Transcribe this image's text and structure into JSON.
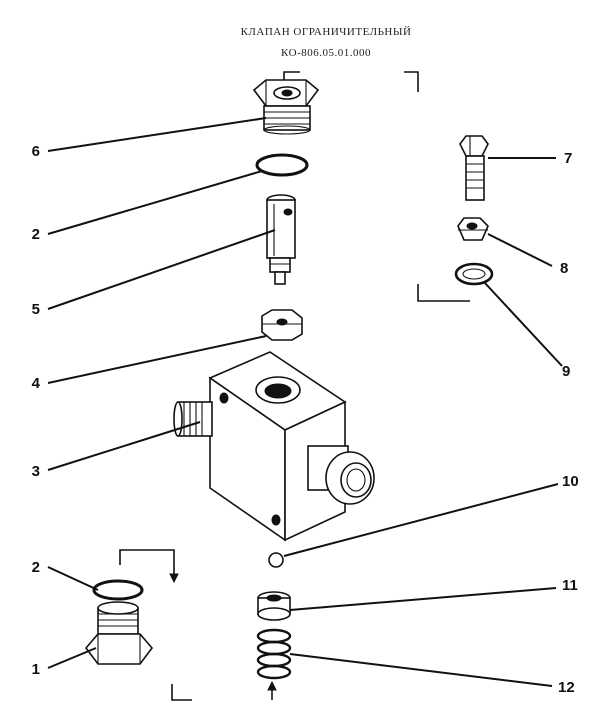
{
  "title": {
    "line1": "КЛАПАН ОГРАНИЧИТЕЛЬНЫЙ",
    "line2": "КО-806.05.01.000"
  },
  "callouts": [
    {
      "id": "c6",
      "label": "6"
    },
    {
      "id": "c2a",
      "label": "2"
    },
    {
      "id": "c5",
      "label": "5"
    },
    {
      "id": "c4",
      "label": "4"
    },
    {
      "id": "c3",
      "label": "3"
    },
    {
      "id": "c2b",
      "label": "2"
    },
    {
      "id": "c1",
      "label": "1"
    },
    {
      "id": "c7",
      "label": "7"
    },
    {
      "id": "c8",
      "label": "8"
    },
    {
      "id": "c9",
      "label": "9"
    },
    {
      "id": "c10",
      "label": "10"
    },
    {
      "id": "c11",
      "label": "11"
    },
    {
      "id": "c12",
      "label": "12"
    }
  ],
  "parts": [
    {
      "callout": "6",
      "icon": "hex-fitting-icon"
    },
    {
      "callout": "2",
      "icon": "seal-ring-icon"
    },
    {
      "callout": "5",
      "icon": "plunger-icon"
    },
    {
      "callout": "4",
      "icon": "nut-icon"
    },
    {
      "callout": "3",
      "icon": "valve-body-icon"
    },
    {
      "callout": "1",
      "icon": "plug-fitting-icon"
    },
    {
      "callout": "7",
      "icon": "bolt-icon"
    },
    {
      "callout": "8",
      "icon": "hex-nut-icon"
    },
    {
      "callout": "9",
      "icon": "washer-icon"
    },
    {
      "callout": "10",
      "icon": "ball-icon"
    },
    {
      "callout": "11",
      "icon": "spring-cap-icon"
    },
    {
      "callout": "12",
      "icon": "spring-icon"
    }
  ]
}
